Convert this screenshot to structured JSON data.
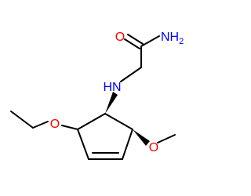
{
  "diagram": {
    "type": "chemical-structure",
    "labels": {
      "carbonyl_oxygen": "O",
      "amide_nitrogen": "NH",
      "amide_subscript": "2",
      "amine_nitrogen": "HN",
      "ethoxy_oxygen": "O",
      "methoxy_oxygen": "O"
    },
    "colors": {
      "oxygen": "#ff0000",
      "nitrogen": "#0000ff",
      "bond": "#000000",
      "background": "#ffffff"
    }
  }
}
